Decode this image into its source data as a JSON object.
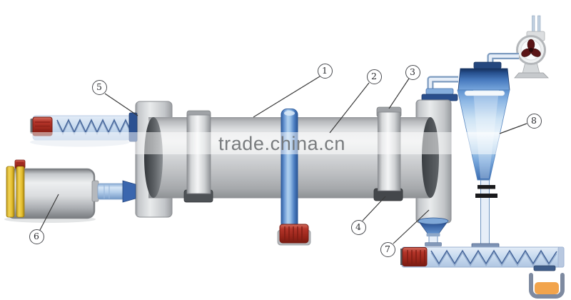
{
  "watermark": {
    "text": "trade.china.cn"
  },
  "labels": [
    {
      "num": "1"
    },
    {
      "num": "2"
    },
    {
      "num": "3"
    },
    {
      "num": "4"
    },
    {
      "num": "5"
    },
    {
      "num": "6"
    },
    {
      "num": "7"
    },
    {
      "num": "8"
    }
  ],
  "colors": {
    "pipe_blue": "#4a7cc0",
    "navy_blue": "#24477e",
    "light_blue_trough": "#c9dcf0",
    "machine_gray": "#c9cbcd",
    "motor_red": "#b13226",
    "band_yellow": "#f0d051",
    "bucket_orange": "#f2a44c",
    "watermark_gray": "#6f7275"
  }
}
